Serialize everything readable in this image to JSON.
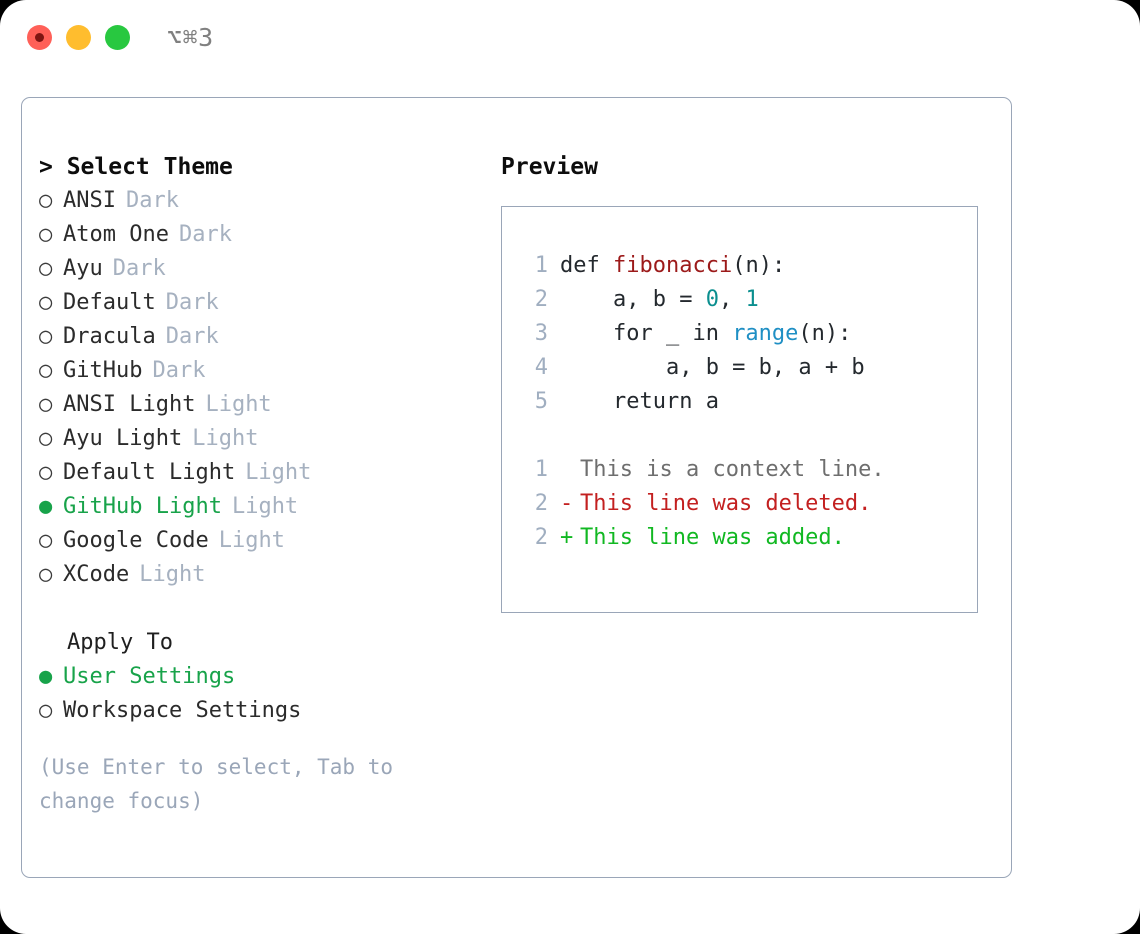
{
  "window": {
    "title": "⌥⌘3",
    "traffic_lights": [
      {
        "name": "close",
        "color": "#ff6058"
      },
      {
        "name": "minimize",
        "color": "#ffbd2e"
      },
      {
        "name": "zoom",
        "color": "#28c840"
      }
    ]
  },
  "theme_panel": {
    "heading": "> Select Theme",
    "options": [
      {
        "marker": "○",
        "label": "ANSI",
        "badge": "Dark",
        "selected": false
      },
      {
        "marker": "○",
        "label": "Atom One",
        "badge": "Dark",
        "selected": false
      },
      {
        "marker": "○",
        "label": "Ayu",
        "badge": "Dark",
        "selected": false
      },
      {
        "marker": "○",
        "label": "Default",
        "badge": "Dark",
        "selected": false
      },
      {
        "marker": "○",
        "label": "Dracula",
        "badge": "Dark",
        "selected": false
      },
      {
        "marker": "○",
        "label": "GitHub",
        "badge": "Dark",
        "selected": false
      },
      {
        "marker": "○",
        "label": "ANSI Light",
        "badge": "Light",
        "selected": false
      },
      {
        "marker": "○",
        "label": "Ayu Light",
        "badge": "Light",
        "selected": false
      },
      {
        "marker": "○",
        "label": "Default Light",
        "badge": "Light",
        "selected": false
      },
      {
        "marker": "●",
        "label": "GitHub Light",
        "badge": "Light",
        "selected": true
      },
      {
        "marker": "○",
        "label": "Google Code",
        "badge": "Light",
        "selected": false
      },
      {
        "marker": "○",
        "label": "XCode",
        "badge": "Light",
        "selected": false
      }
    ],
    "apply_to": {
      "heading": "Apply To",
      "options": [
        {
          "marker": "●",
          "label": "User Settings",
          "selected": true
        },
        {
          "marker": "○",
          "label": "Workspace Settings",
          "selected": false
        }
      ]
    },
    "hint": "(Use Enter to select, Tab to change focus)"
  },
  "preview": {
    "heading": "Preview",
    "code_lines": [
      {
        "ln": "1",
        "parts": [
          {
            "t": "def ",
            "c": "plain"
          },
          {
            "t": "fibonacci",
            "c": "fn"
          },
          {
            "t": "(n):",
            "c": "plain"
          }
        ]
      },
      {
        "ln": "2",
        "parts": [
          {
            "t": "    a, b = ",
            "c": "plain"
          },
          {
            "t": "0",
            "c": "num"
          },
          {
            "t": ", ",
            "c": "plain"
          },
          {
            "t": "1",
            "c": "num"
          }
        ]
      },
      {
        "ln": "3",
        "parts": [
          {
            "t": "    for _ in ",
            "c": "plain"
          },
          {
            "t": "range",
            "c": "kw"
          },
          {
            "t": "(n):",
            "c": "plain"
          }
        ]
      },
      {
        "ln": "4",
        "parts": [
          {
            "t": "        a, b = b, a + b",
            "c": "plain"
          }
        ]
      },
      {
        "ln": "5",
        "parts": [
          {
            "t": "    return a",
            "c": "plain"
          }
        ]
      }
    ],
    "diff_lines": [
      {
        "ln": "1",
        "mark": " ",
        "text": "This is a context line.",
        "kind": "context"
      },
      {
        "ln": "2",
        "mark": "-",
        "text": "This line was deleted.",
        "kind": "deleted"
      },
      {
        "ln": "2",
        "mark": "+",
        "text": "This line was added.",
        "kind": "added"
      }
    ]
  },
  "colors": {
    "accent_green": "#18a34a",
    "diff_add": "#11b822",
    "diff_del": "#c32020",
    "muted": "#a6b1c0",
    "border": "#9aa6b8",
    "token_function": "#9c1a1a",
    "token_number": "#0b8f8f",
    "token_keyword": "#1f8fc4"
  }
}
